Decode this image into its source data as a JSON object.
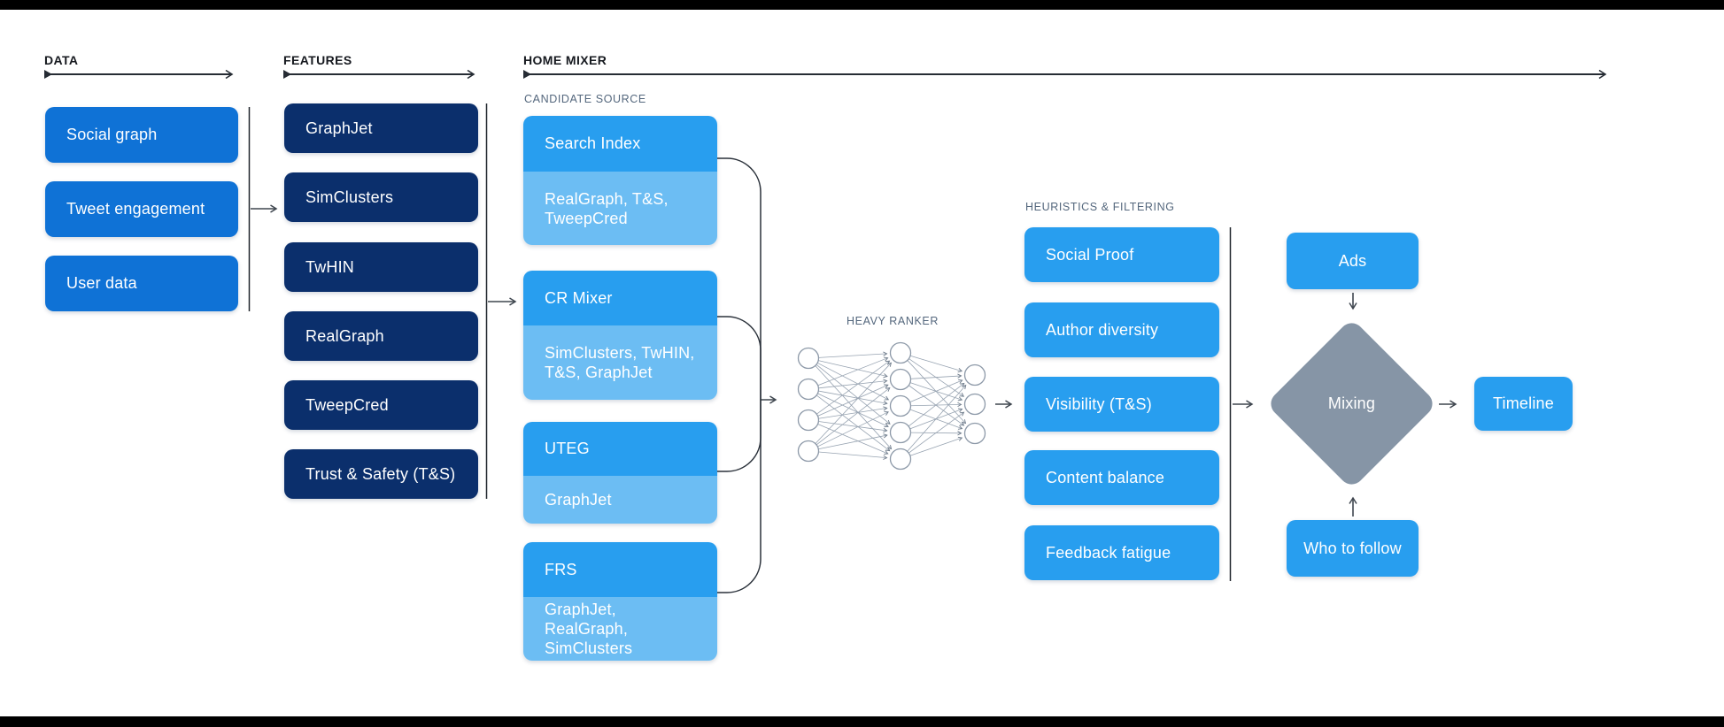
{
  "sections": {
    "data": {
      "header": "DATA",
      "items": [
        "Social graph",
        "Tweet engagement",
        "User data"
      ]
    },
    "features": {
      "header": "FEATURES",
      "items": [
        "GraphJet",
        "SimClusters",
        "TwHIN",
        "RealGraph",
        "TweepCred",
        "Trust & Safety (T&S)"
      ]
    },
    "home_mixer": {
      "header": "HOME MIXER"
    },
    "candidate_source": {
      "label": "CANDIDATE SOURCE",
      "items": [
        {
          "title": "Search Index",
          "feeds": "RealGraph, T&S, TweepCred"
        },
        {
          "title": "CR Mixer",
          "feeds": "SimClusters, TwHIN, T&S, GraphJet"
        },
        {
          "title": "UTEG",
          "feeds": "GraphJet"
        },
        {
          "title": "FRS",
          "feeds": "GraphJet, RealGraph, SimClusters"
        }
      ]
    },
    "heavy_ranker": {
      "label": "HEAVY RANKER"
    },
    "heuristics": {
      "label": "HEURISTICS & FILTERING",
      "items": [
        "Social Proof",
        "Author diversity",
        "Visibility (T&S)",
        "Content balance",
        "Feedback fatigue"
      ]
    },
    "mixing": {
      "ads": "Ads",
      "diamond": "Mixing",
      "who_to_follow": "Who to follow",
      "timeline": "Timeline"
    }
  },
  "colors": {
    "data_box_blue": "#0F72D6",
    "features_navy": "#0B2F6C",
    "bright_blue": "#289EEF",
    "light_blue": "#6CBDF3",
    "diamond_gray": "#8695A6",
    "sub_header_gray": "#54677D",
    "bar_black": "#000000"
  }
}
